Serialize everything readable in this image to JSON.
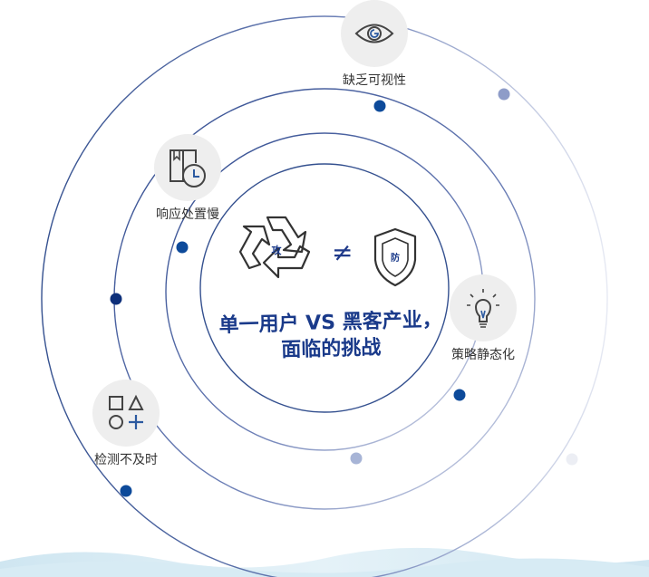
{
  "center": {
    "title_line1": "单一用户 VS 黑客产业，",
    "title_line2": "面临的挑战",
    "attack_glyph": "攻",
    "defense_glyph": "防",
    "neq_symbol": "≠"
  },
  "features": [
    {
      "label": "缺乏可视性",
      "icon": "eye-icon"
    },
    {
      "label": "响应处置慢",
      "icon": "book-clock-icon"
    },
    {
      "label": "策略静态化",
      "icon": "lightbulb-icon"
    },
    {
      "label": "检测不及时",
      "icon": "shapes-icon"
    }
  ],
  "colors": {
    "accent": "#1a3a8a",
    "dot_dark": "#0d4a9a",
    "dot_light": "#a7b4d6",
    "ring": "#5b6ea8",
    "icon_bg": "#eeeeee"
  }
}
